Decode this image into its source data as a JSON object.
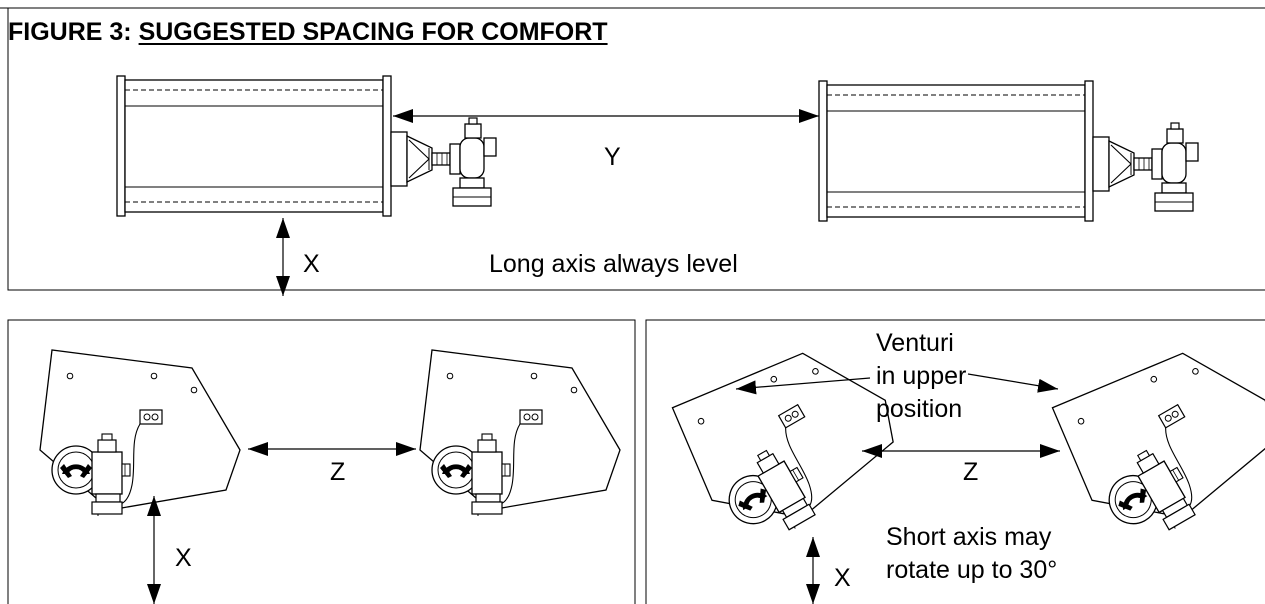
{
  "figure": {
    "number_label": "FIGURE 3:",
    "title": "SUGGESTED SPACING FOR COMFORT"
  },
  "top_panel": {
    "y_label": "Y",
    "x_label": "X",
    "note": "Long axis always level"
  },
  "bottom_left_panel": {
    "z_label": "Z",
    "x_label": "X"
  },
  "bottom_right_panel": {
    "venturi_line1": "Venturi",
    "venturi_line2": "in upper",
    "venturi_line3": "position",
    "z_label": "Z",
    "x_label": "X",
    "note_line1": "Short axis may",
    "note_line2": "rotate up to 30°"
  }
}
